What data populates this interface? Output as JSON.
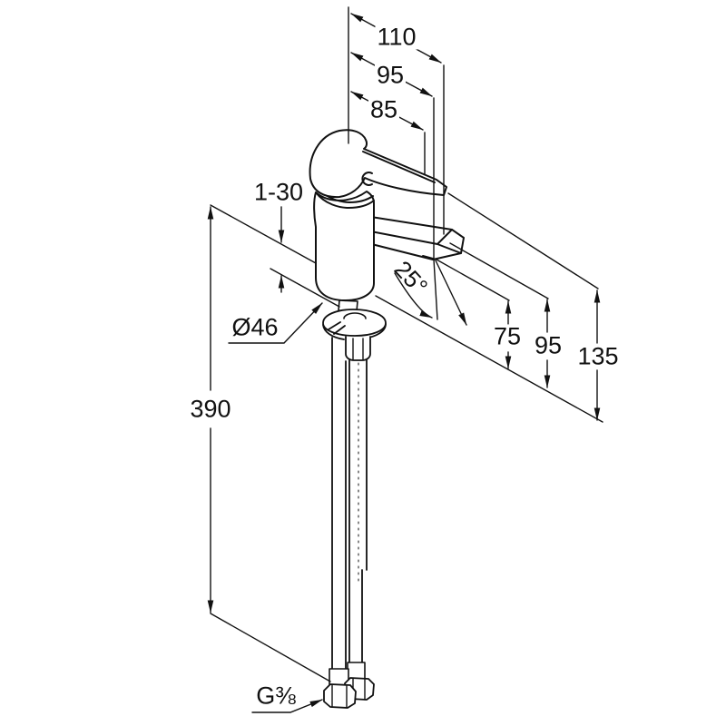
{
  "drawing": {
    "type": "technical-drawing",
    "subject": "single-lever basin mixer tap, side elevation with installation dimensions",
    "units": "mm",
    "dim_labels": {
      "reach_total": "110",
      "reach_aerator": "95",
      "handle_reach": "85",
      "deck_thickness_range": "1-30",
      "spout_angle": "25°",
      "base_diameter": "Ø46",
      "height_aerator": "75",
      "height_spout": "95",
      "height_total": "135",
      "hose_length": "390",
      "connection_thread": "G⅜"
    }
  }
}
